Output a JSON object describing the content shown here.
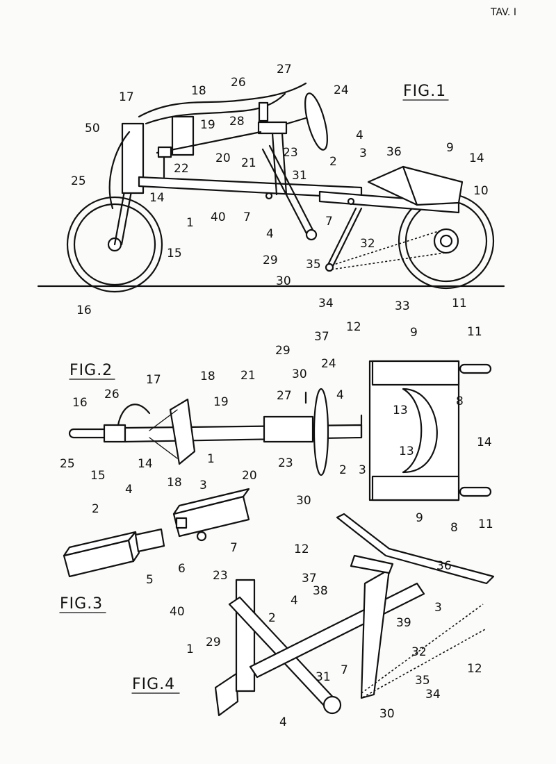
{
  "sheet": {
    "header": "TAV. I"
  },
  "figures": {
    "fig1": "FIG.1",
    "fig2": "FIG.2",
    "fig3": "FIG.3",
    "fig4": "FIG.4"
  },
  "refs": {
    "f1": [
      "27",
      "26",
      "18",
      "24",
      "17",
      "28",
      "50",
      "19",
      "23",
      "4",
      "36",
      "9",
      "14",
      "3",
      "20",
      "21",
      "22",
      "2",
      "25",
      "14",
      "31",
      "10",
      "1",
      "40",
      "7",
      "7",
      "15",
      "4",
      "32",
      "29",
      "35",
      "30",
      "34",
      "33",
      "11",
      "16"
    ],
    "f2": [
      "37",
      "12",
      "11",
      "9",
      "29",
      "30",
      "24",
      "26",
      "17",
      "18",
      "21",
      "19",
      "4",
      "16",
      "27",
      "13",
      "8",
      "25",
      "15",
      "14",
      "1",
      "20",
      "23",
      "2",
      "3",
      "13",
      "14",
      "18",
      "30",
      "9",
      "11"
    ],
    "f3": [
      "4",
      "3",
      "2",
      "6",
      "7",
      "5"
    ],
    "f4": [
      "8",
      "12",
      "36",
      "37",
      "23",
      "38",
      "4",
      "40",
      "39",
      "3",
      "2",
      "32",
      "29",
      "12",
      "7",
      "1",
      "31",
      "35",
      "34",
      "4",
      "30"
    ]
  }
}
